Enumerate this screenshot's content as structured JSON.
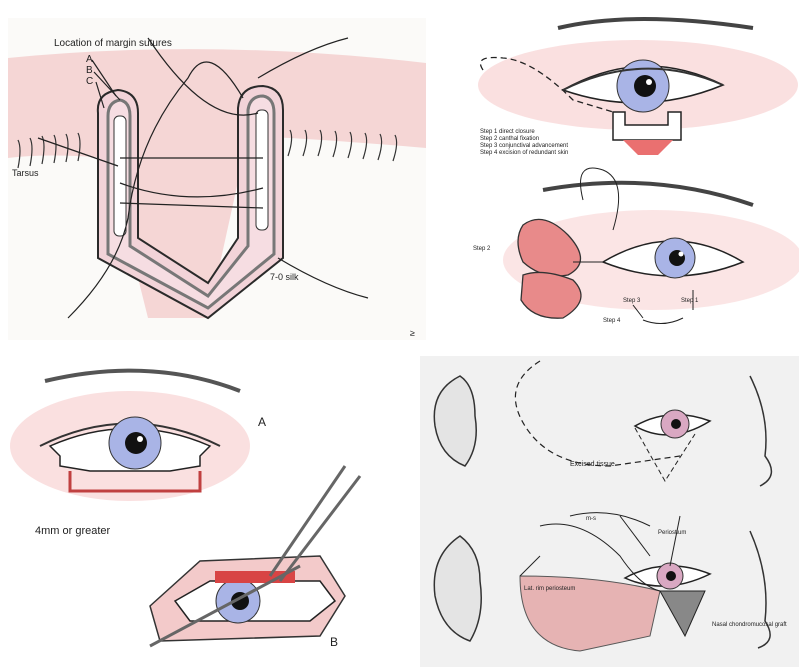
{
  "panels": {
    "top_left": {
      "title": "Location of margin sutures",
      "letters": [
        "A",
        "B",
        "C"
      ],
      "tarsus": "Tarsus",
      "silk": "7-0 silk",
      "corner_mark": "≥"
    },
    "top_right": {
      "steps": [
        "Step 1 direct closure",
        "Step 2 canthal fixation",
        "Step 3 conjunctival advancement",
        "Step 4 excision of redundant skin"
      ],
      "step2": "Step 2",
      "step3": "Step 3",
      "step1": "Step 1",
      "step4": "Step 4"
    },
    "bottom_left": {
      "label_a": "A",
      "label_b": "B",
      "size_note": "4mm or greater"
    },
    "bottom_right": {
      "excised": "Excised tissue",
      "periosteum": "Lat. rim periosteum",
      "nasal_graft": "Nasal chondromucosal graft",
      "top_label1": "m-s",
      "top_label2": "Periostium"
    }
  },
  "colors": {
    "skin_pink": "#f2b8b8",
    "tarsus_pink": "#f5d2d6",
    "iris": "#a9b4e6",
    "red_defect": "#e06060",
    "line": "#2a2a2a"
  }
}
